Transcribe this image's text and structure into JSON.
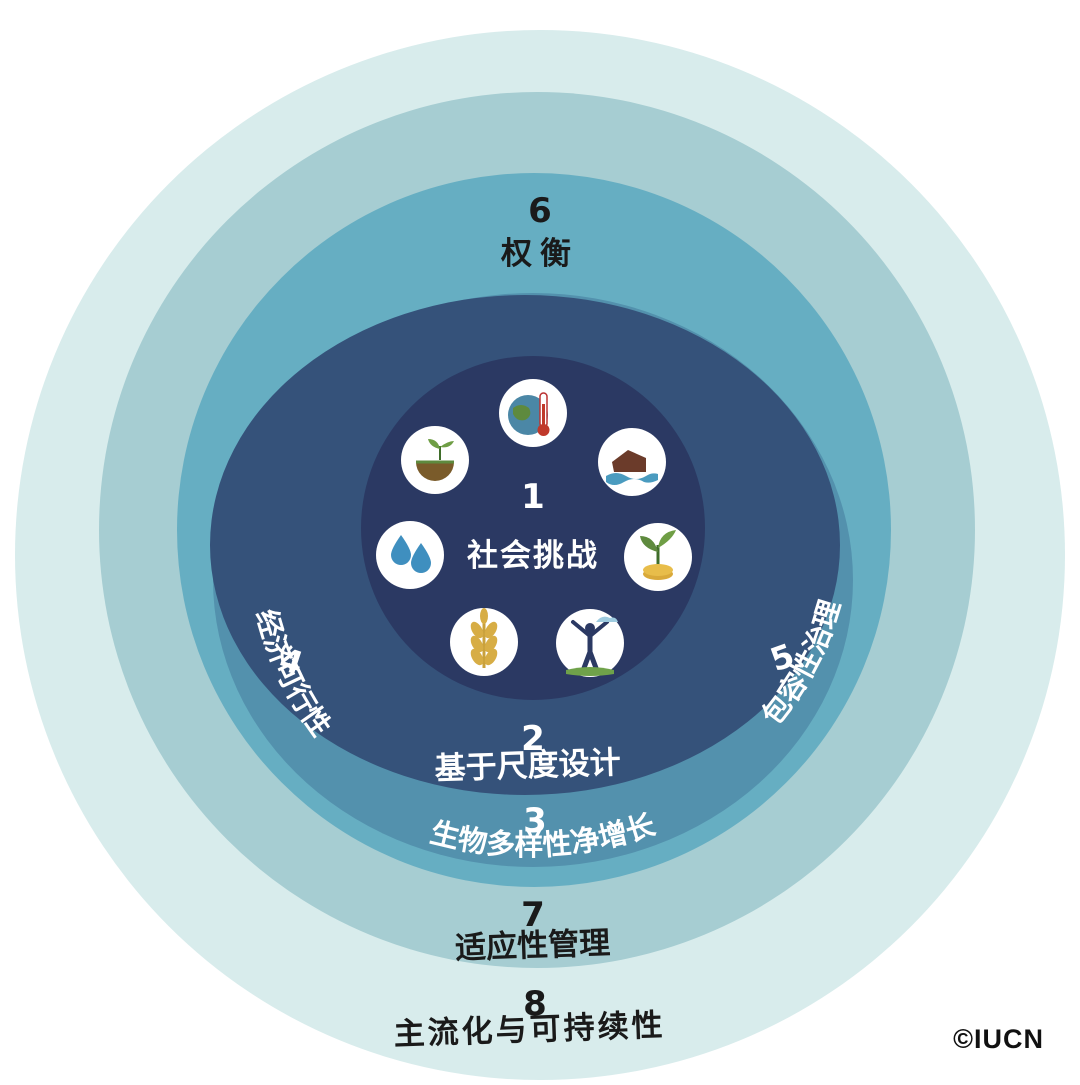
{
  "colors": {
    "ring8": "#d8ecec",
    "ring7": "#a6cdd2",
    "ring6": "#66aec2",
    "ring3": "#5391ad",
    "ring2": "#35527a",
    "core": "#2b3963",
    "label_light": "#ffffff",
    "label_dark": "#1a1a1a"
  },
  "core": {
    "number": "1",
    "label": "社会挑战"
  },
  "icons": [
    {
      "name": "climate-thermometer-icon"
    },
    {
      "name": "disaster-flood-house-icon"
    },
    {
      "name": "economic-plant-coin-icon"
    },
    {
      "name": "human-health-icon"
    },
    {
      "name": "food-wheat-icon"
    },
    {
      "name": "water-drops-icon"
    },
    {
      "name": "land-soil-sprout-icon"
    }
  ],
  "rings": {
    "r2": {
      "number": "2",
      "label": "基于尺度设计"
    },
    "r3": {
      "number": "3",
      "label": "生物多样性净增长"
    },
    "r4": {
      "number": "4",
      "label": "经济可行性"
    },
    "r5": {
      "number": "5",
      "label": "包容性治理"
    },
    "r6": {
      "number": "6",
      "label": "权衡"
    },
    "r7": {
      "number": "7",
      "label": "适应性管理"
    },
    "r8": {
      "number": "8",
      "label": "主流化与可持续性"
    }
  },
  "copyright": "©IUCN"
}
